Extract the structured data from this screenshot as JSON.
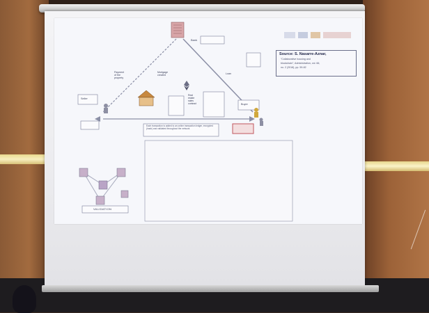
{
  "slide": {
    "source_heading": "Source:",
    "source_author": "S. Nasarre-Aznar,",
    "source_line2": "\"Collaborative housing and",
    "source_line3": "blockchain\", Administration, vol. 66,",
    "source_line4": "no. 2 (2018), pp. 59-82",
    "bank_label": "Bank",
    "mortgage_label": "Mortgage\ncreated",
    "payment_label": "Payment\nof the\nproperty",
    "loan_label": "Loan",
    "seller_label": "Seller",
    "buyer_label": "Buyer",
    "contract_label": "Real\nestate\nsales\ncontract",
    "validation_label": "VALIDATION",
    "bottom_center_note": "Each transaction is added to an online transaction ledger, encrypted (hash) and validated throughout the network"
  },
  "colors": {
    "accent_red": "#c0565e",
    "arrow_gray": "#8b8fa6",
    "house_orange": "#c7883f",
    "bank_pink": "#d8a5a8"
  },
  "icons": {
    "bank": "bank-building-icon",
    "house": "house-icon",
    "ethereum": "ethereum-diamond-icon",
    "person_seller": "person-icon",
    "person_buyer": "person-icon",
    "network": "blockchain-network-icon"
  }
}
